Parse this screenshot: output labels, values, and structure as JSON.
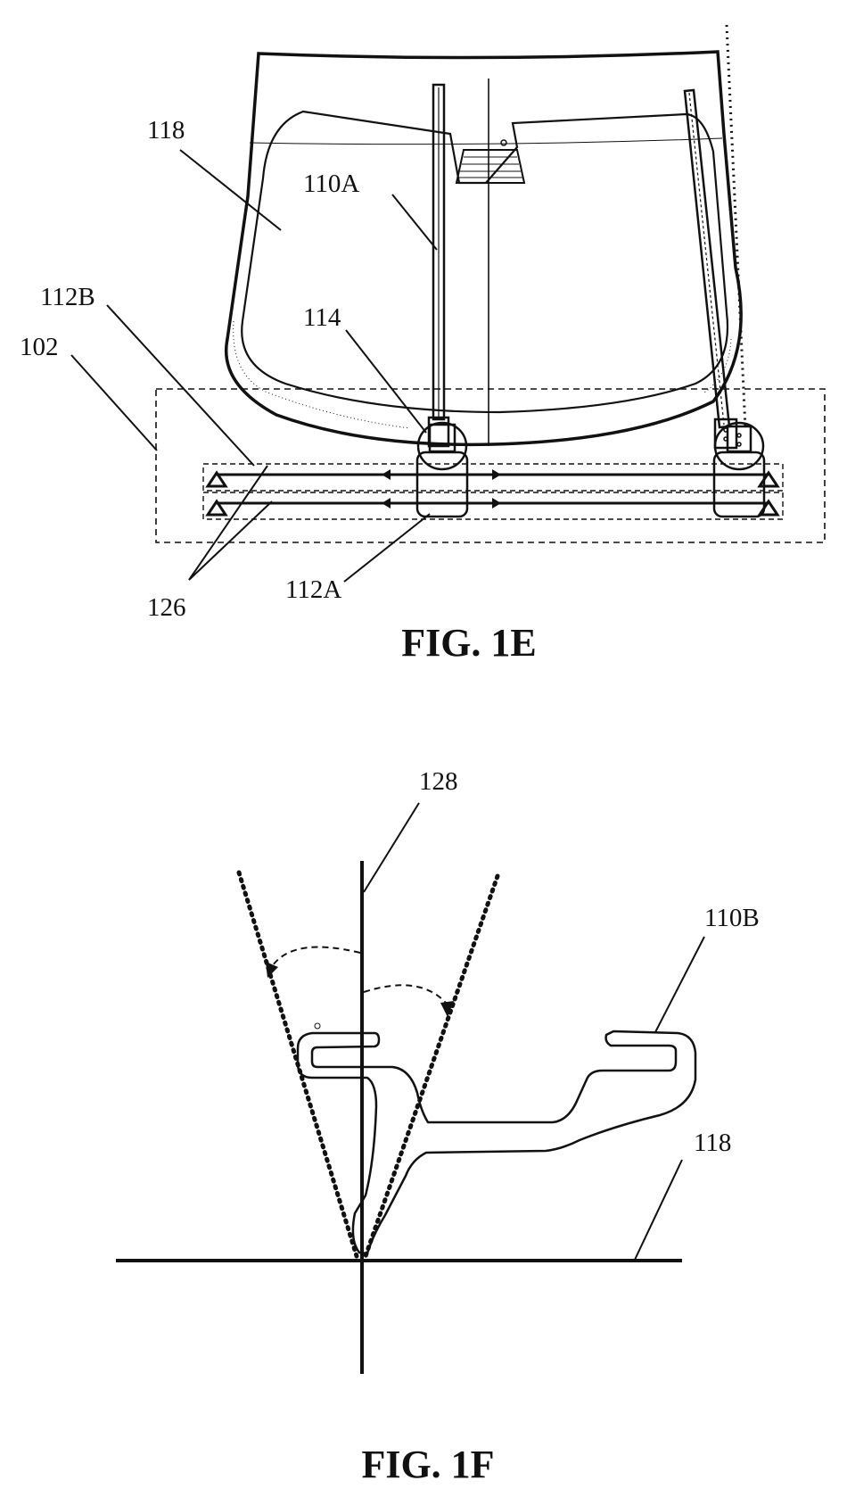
{
  "figures": [
    {
      "caption": "FIG. 1E",
      "labels": {
        "windshield": "118",
        "wiper_arm_a": "110A",
        "pivot": "114",
        "cable_b": "112B",
        "housing": "102",
        "actuator_a": "112A",
        "pulleys": "126"
      }
    },
    {
      "caption": "FIG. 1F",
      "labels": {
        "axis": "128",
        "wiper_blade_b": "110B",
        "windshield": "118"
      }
    }
  ],
  "colors": {
    "ink": "#111111",
    "paper": "#ffffff",
    "light": "#888888"
  }
}
